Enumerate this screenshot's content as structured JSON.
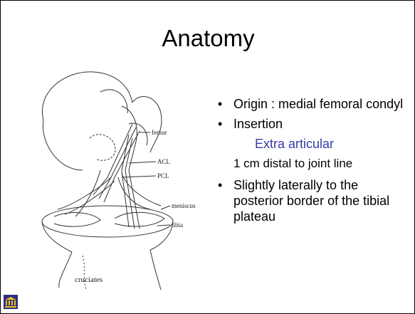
{
  "title": "Anatomy",
  "figure": {
    "labels": {
      "femur": "femur",
      "acl": "ACL",
      "pcl": "PCL",
      "meniscus": "meniscus",
      "tibia": "tibia"
    },
    "caption": "cruciates"
  },
  "bullets": {
    "origin": "Origin : medial femoral condyl",
    "insertion": "Insertion",
    "extra_articular": "Extra articular",
    "distal": "1 cm distal to joint line",
    "lateral": "Slightly laterally to the posterior border of the tibial plateau"
  },
  "bullet_glyph": "•",
  "colors": {
    "accent_blue": "#3a3aa6",
    "logo": "#2d2d86",
    "logo_gold": "#f0c419"
  },
  "logo_icon": "university-icon"
}
